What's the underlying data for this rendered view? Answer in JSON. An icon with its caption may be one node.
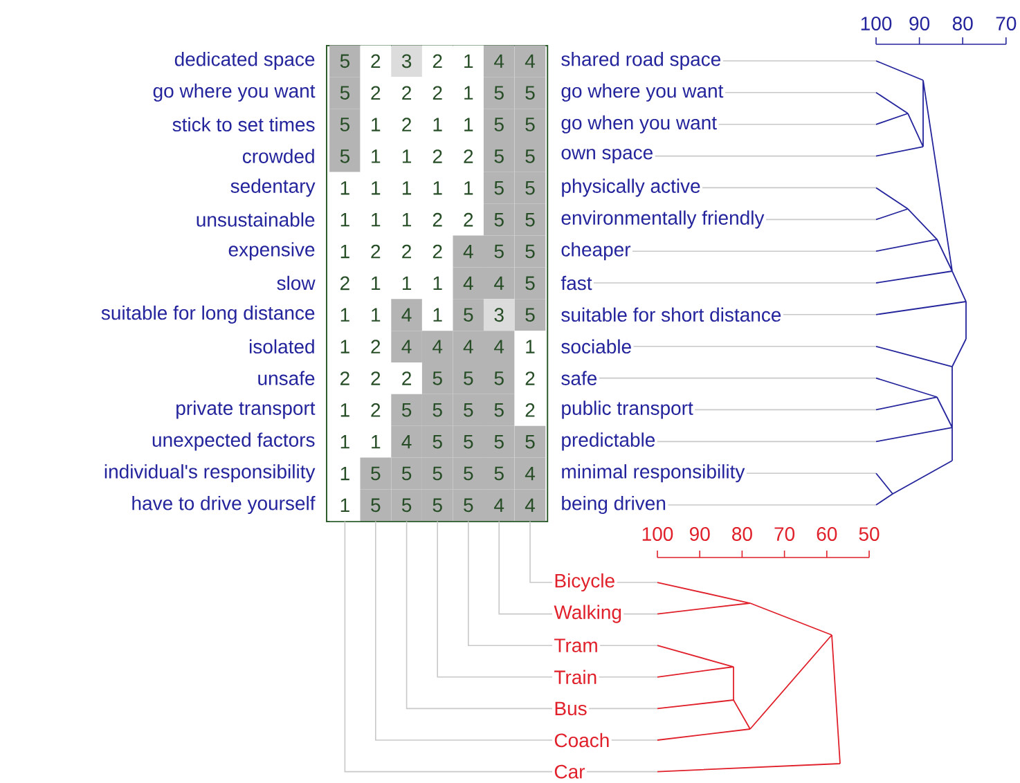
{
  "diagram": {
    "nodes": [
      {
        "text": [
          "5",
          "5",
          "5",
          "5",
          "1",
          "1",
          "1",
          "2",
          "1",
          "1",
          "2",
          "1",
          "1",
          "1",
          "1"
        ]
      },
      {
        "text": [
          "2",
          "2",
          "1",
          "1",
          "1",
          "1",
          "2",
          "1",
          "1",
          "2",
          "2",
          "2",
          "1",
          "5",
          "5"
        ]
      },
      {
        "text": [
          "3",
          "2",
          "2",
          "1",
          "1",
          "1",
          "2",
          "1",
          "4",
          "4",
          "2",
          "5",
          "4",
          "5",
          "5"
        ]
      },
      {
        "text": [
          "2",
          "2",
          "1",
          "2",
          "1",
          "2",
          "2",
          "1",
          "1",
          "4",
          "5",
          "5",
          "5",
          "5",
          "5"
        ]
      },
      {
        "text": [
          "1",
          "1",
          "1",
          "2",
          "1",
          "2",
          "4",
          "4",
          "5",
          "4",
          "5",
          "5",
          "5",
          "5",
          "5"
        ]
      },
      {
        "text": [
          "4",
          "5",
          "5",
          "5",
          "5",
          "5",
          "5",
          "4",
          "3",
          "4",
          "5",
          "5",
          "5",
          "5",
          "4"
        ]
      },
      {
        "text": [
          "4",
          "5",
          "5",
          "5",
          "5",
          "5",
          "5",
          "5",
          "5",
          "1",
          "2",
          "2",
          "5",
          "4",
          "4"
        ]
      },
      {
        "text": [
          "Bicycle"
        ]
      },
      {
        "text": [
          "Walking"
        ]
      },
      {
        "text": [
          "Tram"
        ]
      },
      {
        "text": [
          "Train"
        ]
      },
      {
        "text": [
          "Bus"
        ]
      },
      {
        "text": [
          "Coach"
        ]
      },
      {
        "text": [
          "Car"
        ]
      }
    ],
    "edges": [
      {
        "from": 6,
        "to": 7,
        "arrow": "none"
      },
      {
        "from": 5,
        "to": 8,
        "arrow": "none"
      },
      {
        "from": 4,
        "to": 9,
        "arrow": "none"
      },
      {
        "from": 3,
        "to": 10,
        "arrow": "none"
      },
      {
        "from": 2,
        "to": 11,
        "arrow": "none"
      },
      {
        "from": 1,
        "to": 12,
        "arrow": "none"
      },
      {
        "from": 0,
        "to": 13,
        "arrow": "none"
      }
    ],
    "labels": [
      "100",
      "90",
      "80",
      "70",
      "dedicated space",
      "shared road space",
      "go where you want",
      "go where you want",
      "stick to set times",
      "go when you want",
      "crowded",
      "own space",
      "sedentary",
      "physically active",
      "unsustainable",
      "environmentally friendly",
      "expensive",
      "cheaper",
      "slow",
      "fast",
      "suitable for long distance",
      "suitable for short distance",
      "isolated",
      "sociable",
      "unsafe",
      "safe",
      "private transport",
      "public transport",
      "unexpected factors",
      "predictable",
      "individual's responsibility",
      "minimal responsibility",
      "have to drive yourself",
      "being driven",
      "100",
      "90",
      "80",
      "70",
      "60",
      "50"
    ]
  }
}
